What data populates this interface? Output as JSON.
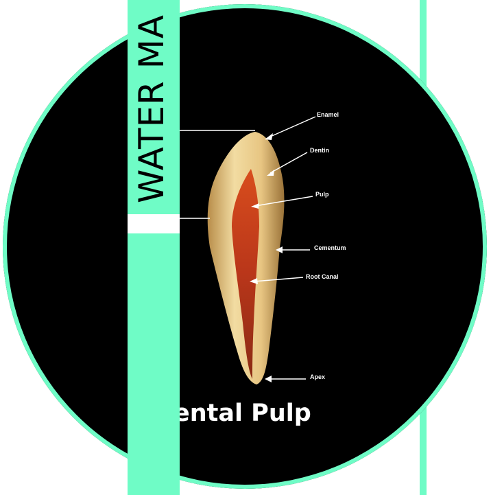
{
  "watermark": {
    "text": "WATER MA"
  },
  "figure": {
    "labels": {
      "enamel": "Enamel",
      "dentin": "Dentin",
      "pulp": "Pulp",
      "cementum": "Cementum",
      "root_canal": "Root Canal",
      "apex": "Apex"
    },
    "title": "e Dental Pulp"
  },
  "colors": {
    "accent": "#6ffcc6",
    "background": "#000000",
    "pulp": "#c8401a",
    "tooth": "#e8c98a"
  }
}
